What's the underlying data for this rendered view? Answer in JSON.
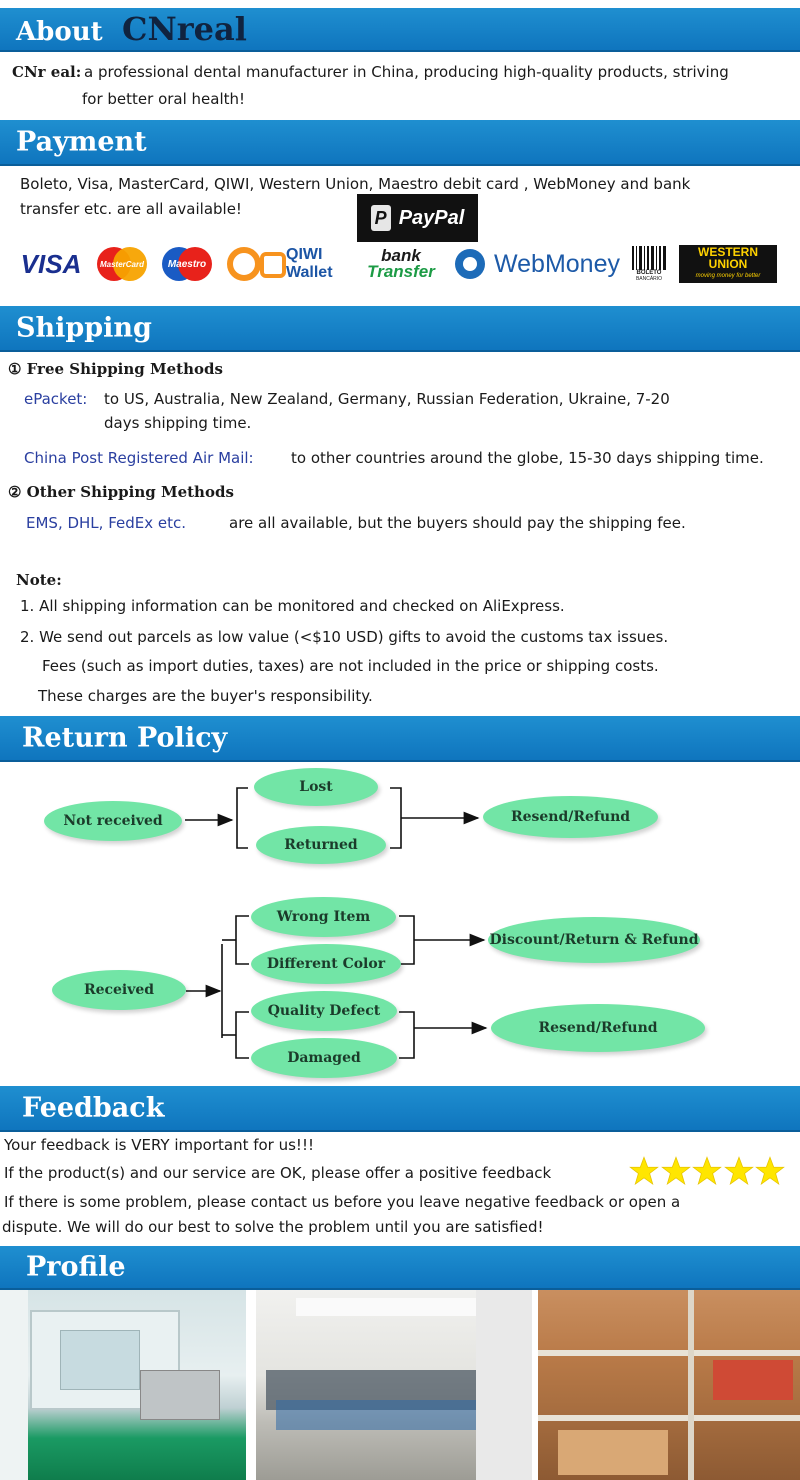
{
  "about": {
    "prefix": "About",
    "brand": "CNreal",
    "label": "CNr eal:",
    "line1": "a professional dental manufacturer in China, producing high-quality products, striving",
    "line2": "for better oral health!"
  },
  "payment": {
    "title": "Payment",
    "line1": "Boleto, Visa, MasterCard, QIWI, Western Union, Maestro debit card , WebMoney and bank",
    "line2": "transfer etc. are all available!",
    "logos": {
      "paypal": "PayPal",
      "visa": "VISA",
      "mastercard": "MasterCard",
      "maestro": "Maestro",
      "qiwi_1": "QIWI",
      "qiwi_2": "Wallet",
      "bank_1": "bank",
      "bank_2": "Transfer",
      "webmoney": "WebMoney",
      "boleto_1": "BOLETO",
      "boleto_2": "BANCÁRIO",
      "wu_1": "WESTERN",
      "wu_2": "UNION",
      "wu_3": "moving money for better"
    }
  },
  "shipping": {
    "title": "Shipping",
    "free_heading": "① Free Shipping Methods",
    "epacket_label": "ePacket:",
    "epacket_line1": "to US, Australia, New Zealand, Germany, Russian Federation, Ukraine, 7-20",
    "epacket_line2": "days shipping time.",
    "china_post_label": "China Post Registered Air Mail:",
    "china_post_text": "to other countries around the globe, 15-30 days shipping time.",
    "other_heading": "② Other Shipping Methods",
    "express_label": "EMS, DHL, FedEx etc.",
    "express_text": "are all available, but the buyers should pay the shipping fee.",
    "note_label": "Note:",
    "note1": "1. All shipping information can be monitored and checked on AliExpress.",
    "note2_line1": "2. We send out parcels as low value (<$10 USD) gifts to avoid the customs tax issues.",
    "note2_line2": "Fees (such as import duties, taxes) are not included in the price or shipping costs.",
    "note2_line3": "These charges are the buyer's responsibility."
  },
  "return_policy": {
    "title": "Return Policy",
    "not_received": "Not received",
    "lost": "Lost",
    "returned": "Returned",
    "resend_refund_1": "Resend/Refund",
    "received": "Received",
    "wrong_item": "Wrong Item",
    "different_color": "Different Color",
    "quality_defect": "Quality Defect",
    "damaged": "Damaged",
    "discount_return_refund": "Discount/Return & Refund",
    "resend_refund_2": "Resend/Refund"
  },
  "feedback": {
    "title": "Feedback",
    "line1": "Your feedback is VERY important for us!!!",
    "line2": "If the product(s) and our service are OK, please offer a positive feedback",
    "stars": 5,
    "line3": "If there is some problem, please contact us before you leave negative feedback or open a",
    "line4": "dispute. We will do our best to solve the problem until you are satisfied!"
  },
  "profile": {
    "title": "Profile"
  },
  "colors": {
    "banner_blue": "#1580c7",
    "ellipse_green": "#72e5a6",
    "link_blue": "#2a3fa0",
    "star_yellow": "#ffe600"
  }
}
